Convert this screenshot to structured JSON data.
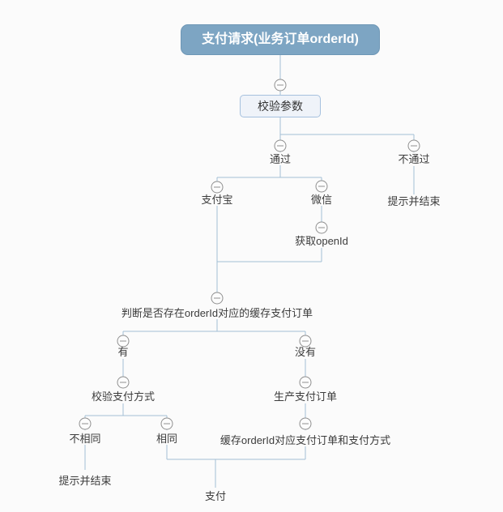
{
  "page": {
    "background": "#FBFBFB"
  },
  "diagram": {
    "root": {
      "label": "支付请求(业务订单orderId)"
    },
    "nodes": {
      "validate_params": {
        "label": "校验参数"
      },
      "pass": {
        "label": "通过"
      },
      "fail": {
        "label": "不通过"
      },
      "fail_end": {
        "label": "提示并结束"
      },
      "alipay": {
        "label": "支付宝"
      },
      "wechat": {
        "label": "微信"
      },
      "get_openid": {
        "label": "获取openId"
      },
      "check_cache": {
        "label": "判断是否存在orderId对应的缓存支付订单"
      },
      "has": {
        "label": "有"
      },
      "none": {
        "label": "没有"
      },
      "verify_method": {
        "label": "校验支付方式"
      },
      "create_order": {
        "label": "生产支付订单"
      },
      "not_same": {
        "label": "不相同"
      },
      "same": {
        "label": "相同"
      },
      "cache_order": {
        "label": "缓存orderId对应支付订单和支付方式"
      },
      "not_same_end": {
        "label": "提示并结束"
      },
      "pay": {
        "label": "支付"
      }
    },
    "icons": {
      "collapse": "minus-circle-collapse-toggle"
    },
    "colors": {
      "root_fill": "#7DA5C3",
      "root_border": "#6E97B6",
      "root_text": "#FFFFFF",
      "box_fill": "#EFF3F9",
      "box_border": "#A6C1DE",
      "connector": "#A3BFD4",
      "collapse_stroke": "#8F8F8F",
      "node_text": "#3C3C3C"
    }
  }
}
